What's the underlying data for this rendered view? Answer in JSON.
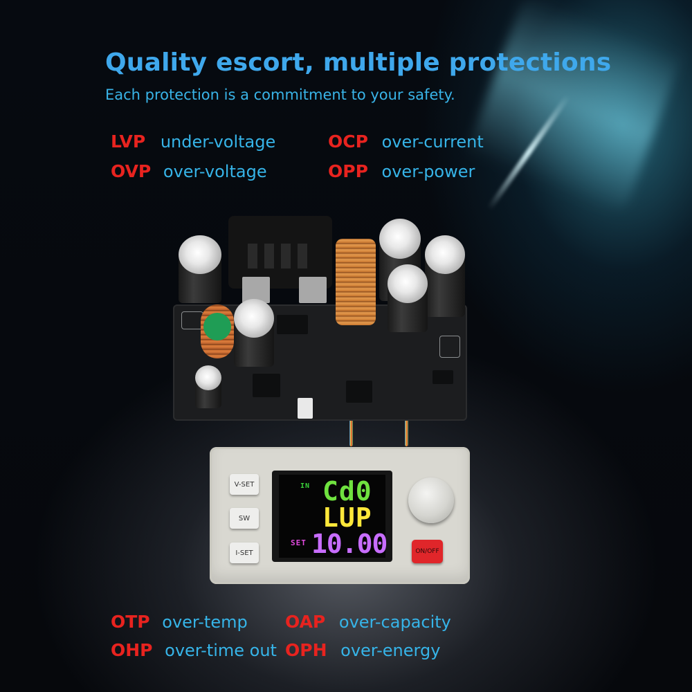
{
  "title": "Quality escort, multiple protections",
  "subtitle": "Each protection is a commitment to your safety.",
  "colors": {
    "title": "#3fa8ec",
    "code": "#e8231f",
    "desc": "#36b4e8"
  },
  "protections_top": [
    {
      "code": "LVP",
      "desc": "under-voltage"
    },
    {
      "code": "OVP",
      "desc": "over-voltage"
    },
    {
      "code": "OCP",
      "desc": "over-current"
    },
    {
      "code": "OPP",
      "desc": "over-power"
    }
  ],
  "protections_bottom": [
    {
      "code": "OTP",
      "desc": "over-temp"
    },
    {
      "code": "OHP",
      "desc": "over-time out"
    },
    {
      "code": "OAP",
      "desc": "over-capacity"
    },
    {
      "code": "OPH",
      "desc": "over-energy"
    }
  ],
  "controller": {
    "buttons": [
      "V-SET",
      "SW",
      "I-SET"
    ],
    "on_off": "ON/OFF",
    "screen": {
      "in_label": "IN",
      "line1": "Cd0",
      "line2": "LUP",
      "set_label": "SET",
      "line3": "10.00"
    }
  }
}
